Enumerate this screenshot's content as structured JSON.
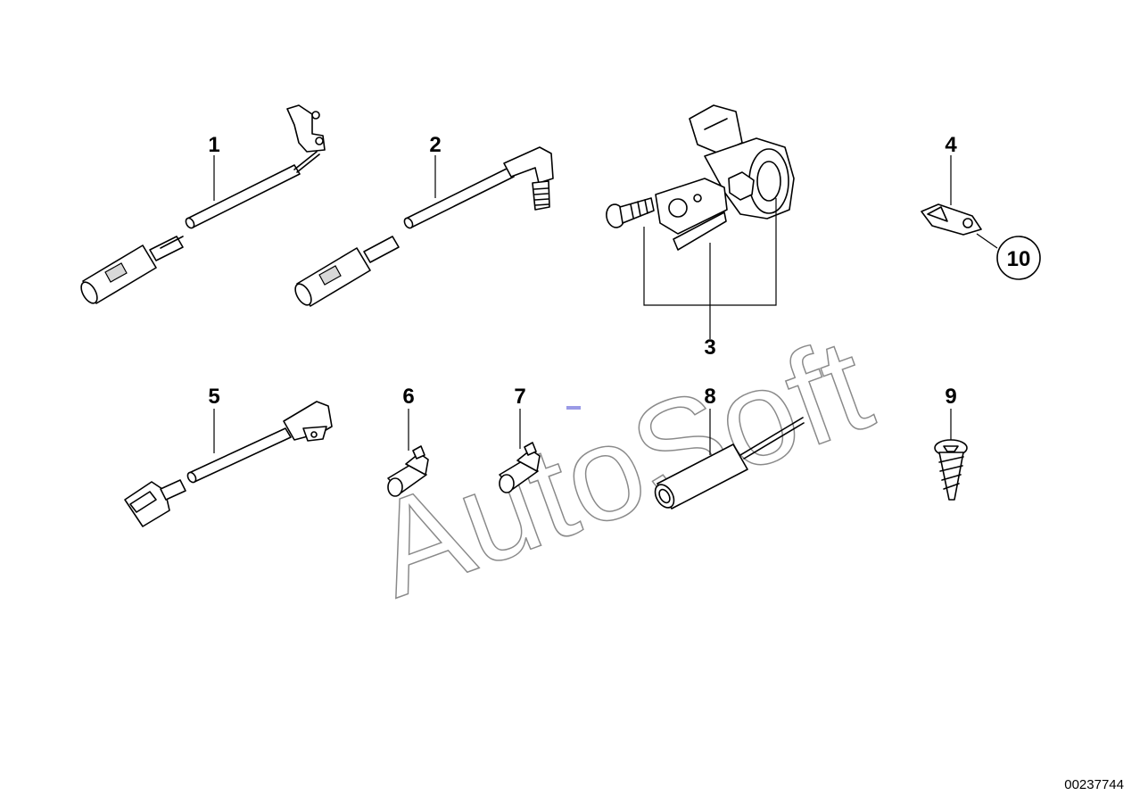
{
  "diagram": {
    "callouts": {
      "c1": "1",
      "c2": "2",
      "c3": "3",
      "c4": "4",
      "c5": "5",
      "c6": "6",
      "c7": "7",
      "c8": "8",
      "c9": "9",
      "c10": "10"
    },
    "watermark": "AutoSoft",
    "reference_number": "00237744"
  }
}
